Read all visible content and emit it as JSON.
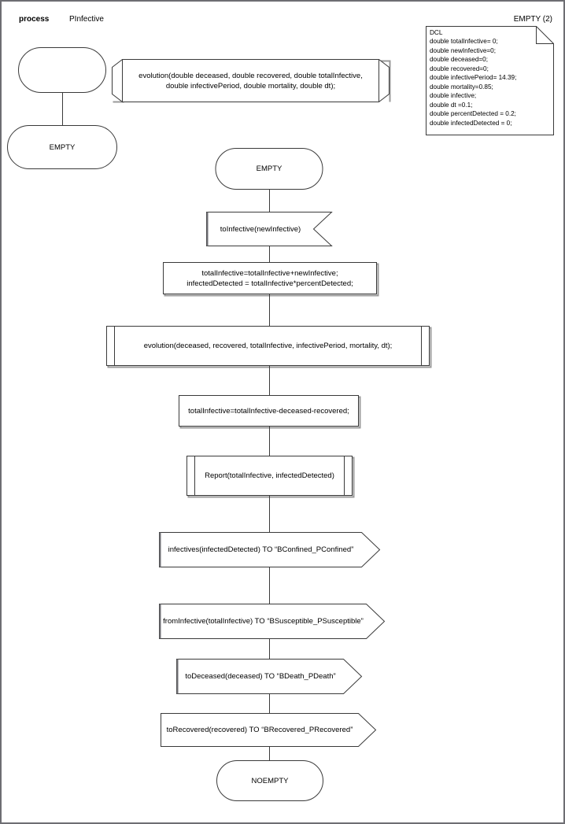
{
  "header": {
    "keyword": "process",
    "process_name": "PInfective",
    "state_counter": "EMPTY (2)"
  },
  "declaration_note": {
    "icon": "note-folded-corner",
    "title": "DCL",
    "lines": [
      "DCL",
      "double totalInfective= 0;",
      "double newInfective=0;",
      "double deceased=0;",
      "double recovered=0;",
      "double infectivePeriod= 14.39;",
      "double mortality=0.85;",
      "double infective;",
      "double dt =0.1;",
      "double percentDetected = 0.2;",
      "double infectedDetected = 0;"
    ]
  },
  "start_branch": {
    "start_symbol_label": "",
    "state_label": "EMPTY"
  },
  "procedure_declaration": {
    "text": "evolution(double deceased, double recovered, double totalInfective,\ndouble infectivePeriod, double mortality, double dt);"
  },
  "flow": [
    {
      "id": "state-empty",
      "kind": "state",
      "text": "EMPTY"
    },
    {
      "id": "input-toinfective",
      "kind": "input-signal",
      "text": "toInfective(newInfective)"
    },
    {
      "id": "task-update",
      "kind": "task",
      "text": "totalInfective=totalInfective+newInfective;\ninfectedDetected = totalInfective*percentDetected;"
    },
    {
      "id": "call-evolution",
      "kind": "procedure-call",
      "text": "evolution(deceased, recovered, totalInfective, infectivePeriod, mortality, dt);"
    },
    {
      "id": "task-subtract",
      "kind": "task",
      "text": "totalInfective=totalInfective-deceased-recovered;"
    },
    {
      "id": "call-report",
      "kind": "procedure-call",
      "text": "Report(totalInfective, infectedDetected)"
    },
    {
      "id": "out-infectives",
      "kind": "output-signal",
      "text": "infectives(infectedDetected) TO “BConfined_PConfined”"
    },
    {
      "id": "out-frominfective",
      "kind": "output-signal",
      "text": "fromInfective(totalInfective) TO “BSusceptible_PSusceptible”"
    },
    {
      "id": "out-todeceased",
      "kind": "output-signal",
      "text": "toDeceased(deceased) TO “BDeath_PDeath”"
    },
    {
      "id": "out-torecovered",
      "kind": "output-signal",
      "text": "toRecovered(recovered) TO “BRecovered_PRecovered”"
    },
    {
      "id": "state-noempty",
      "kind": "state",
      "text": "NOEMPTY"
    }
  ],
  "colors": {
    "stroke": "#3a3a3a",
    "shadow": "#9a9a9a",
    "page_border": "#6e6e73",
    "background": "#ffffff",
    "text": "#000000"
  }
}
